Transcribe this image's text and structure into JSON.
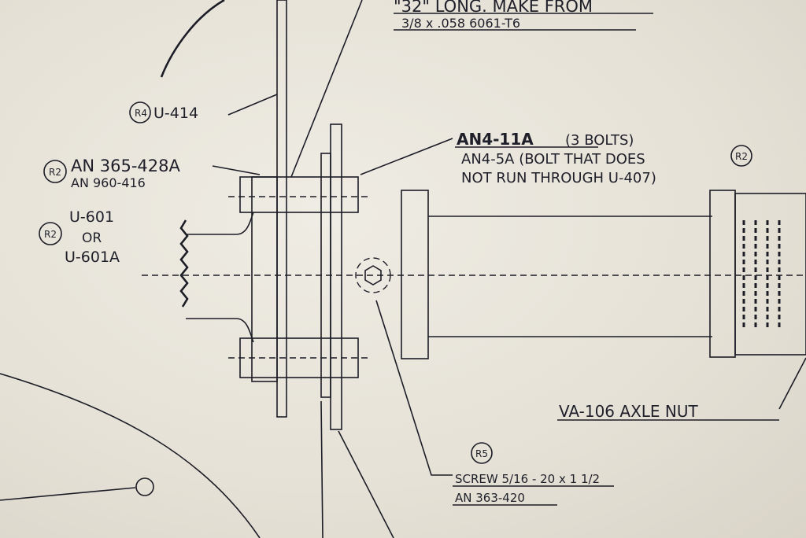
{
  "title_note": {
    "line1": "\"32\" LONG. MAKE FROM",
    "line2": "3/8 x .058  6061-T6"
  },
  "callouts": {
    "u414": {
      "rev": "R4",
      "text": "U-414"
    },
    "an365": {
      "rev": "R2",
      "line1": "AN 365-428A",
      "line2": "AN 960-416"
    },
    "u601": {
      "rev": "R2",
      "line1": "U-601",
      "line2": "OR",
      "line3": "U-601A"
    },
    "an4": {
      "rev": "R2",
      "line1": "AN4-11A",
      "line1b": "(3 BOLTS)",
      "line2": "AN4-5A (BOLT THAT DOES",
      "line3": "NOT RUN THROUGH U-407)"
    },
    "screw": {
      "rev": "R5",
      "line1": "SCREW 5/16 - 20 x 1 1/2",
      "line2": "AN 363-420"
    },
    "axle_nut": {
      "text": "VA-106 AXLE NUT"
    }
  },
  "colors": {
    "ink": "#1c1c26",
    "paper": "#e6e2d8"
  }
}
